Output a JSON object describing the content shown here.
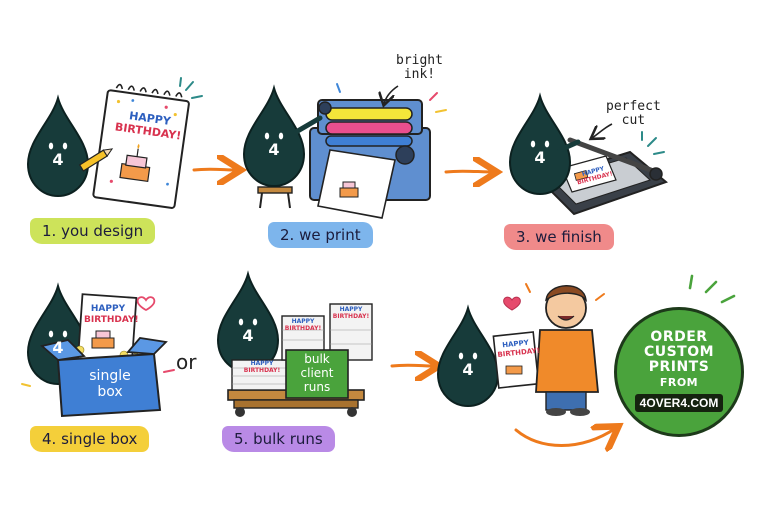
{
  "steps": [
    {
      "label": "1. you design",
      "color": "#cde35a"
    },
    {
      "label": "2. we print",
      "color": "#7db5ec"
    },
    {
      "label": "3. we finish",
      "color": "#f08a8a"
    },
    {
      "label": "4. single box",
      "color": "#f4cf3a"
    },
    {
      "label": "5. bulk runs",
      "color": "#b98ae6"
    }
  ],
  "card_text": {
    "line1": "HAPPY",
    "line2": "BIRTHDAY!"
  },
  "mascot_number": "4",
  "annotations": {
    "bright_ink": "bright\nink!",
    "perfect_cut": "perfect\ncut",
    "or": "or"
  },
  "box_label": "single\nbox",
  "bulk_sign": "bulk\nclient\nruns",
  "cta": {
    "line1": "ORDER",
    "line2": "CUSTOM",
    "line3": "PRINTS",
    "line4": "FROM",
    "url": "4OVER4.COM"
  },
  "colors": {
    "mascot": "#173b3a",
    "arrow": "#ee7a1c",
    "cta_green": "#4aa33c",
    "box_blue": "#3f7fd4",
    "printer_blue": "#5f8fd0"
  }
}
